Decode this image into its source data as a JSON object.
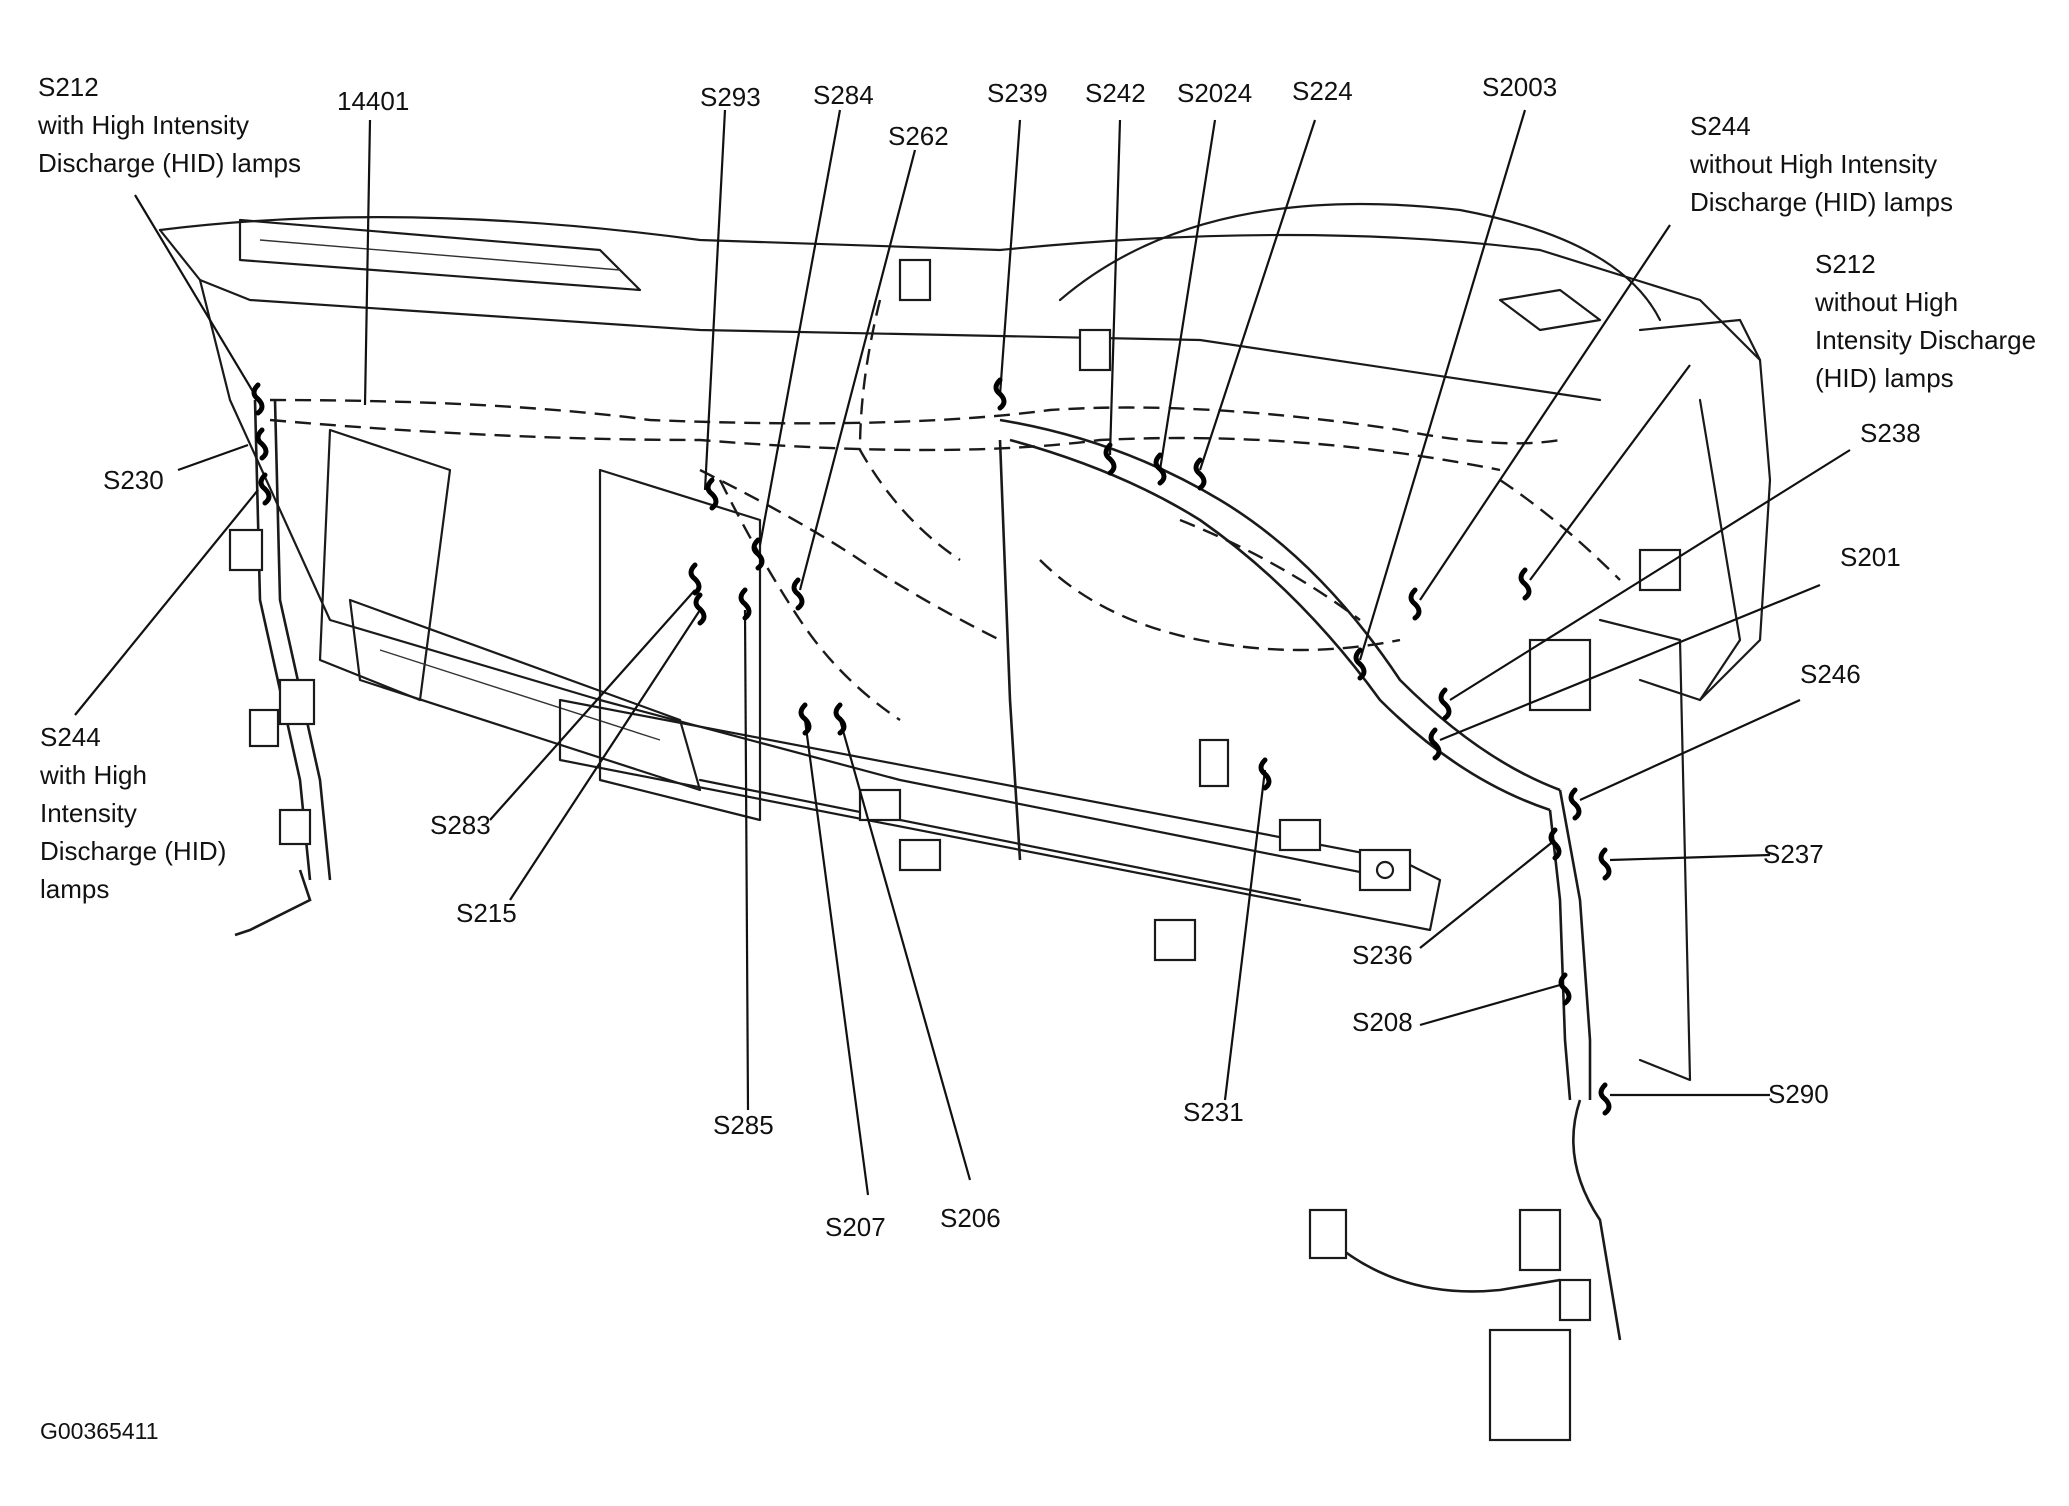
{
  "figure_id": "G00365411",
  "part_number": "14401",
  "splice_labels": {
    "s212_hid": "S212\nwith High Intensity\nDischarge (HID) lamps",
    "s293": "S293",
    "s284": "S284",
    "s262": "S262",
    "s239": "S239",
    "s242": "S242",
    "s2024": "S2024",
    "s224": "S224",
    "s2003": "S2003",
    "s244_no_hid": "S244\nwithout High Intensity\nDischarge (HID) lamps",
    "s212_no_hid": "S212\nwithout High\nIntensity Discharge\n(HID) lamps",
    "s238": "S238",
    "s201": "S201",
    "s246": "S246",
    "s237": "S237",
    "s236": "S236",
    "s208": "S208",
    "s290": "S290",
    "s230": "S230",
    "s244_hid": "S244\nwith High\nIntensity\nDischarge (HID)\nlamps",
    "s283": "S283",
    "s215": "S215",
    "s285": "S285",
    "s207": "S207",
    "s206": "S206",
    "s231": "S231"
  }
}
